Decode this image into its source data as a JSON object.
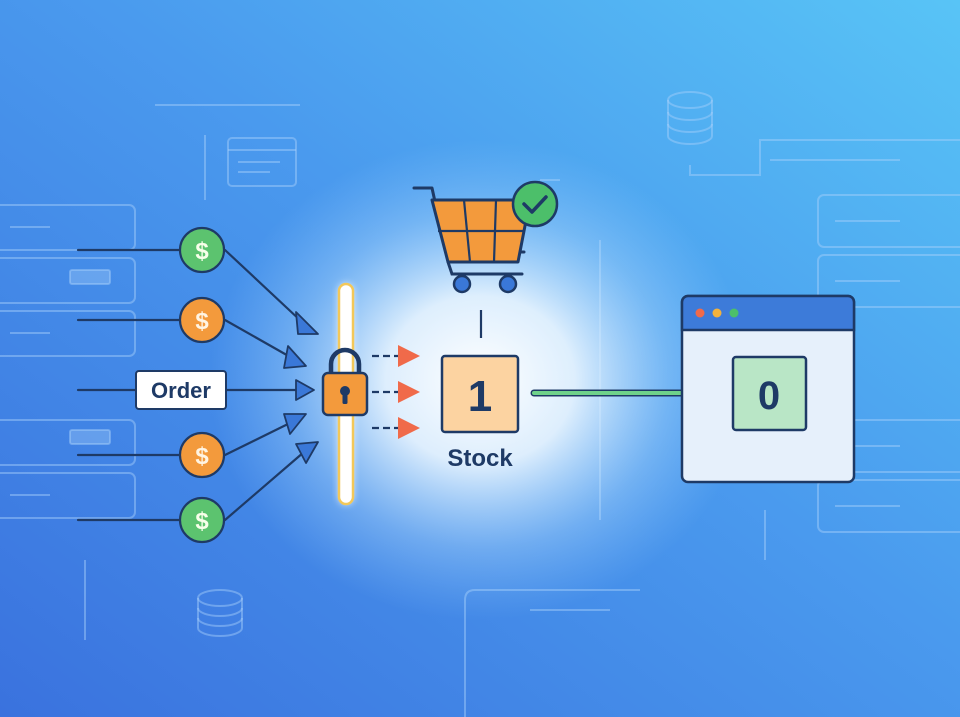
{
  "order_label": "Order",
  "stock_value": "1",
  "stock_label": "Stock",
  "display_value": "0",
  "currency_symbol": "$",
  "colors": {
    "bg_start": "#3f7fe6",
    "bg_end": "#55c2f5",
    "accent_orange": "#f39a3c",
    "accent_green": "#4cbf6a",
    "stroke_dark": "#1e3a66",
    "panel_header": "#3d7bd9",
    "stock_fill": "#fcd3a1",
    "display_fill": "#b9e6c6",
    "window_fill": "#e6f0fb",
    "arrow_red": "#f06a4a"
  },
  "icons": [
    "dollar-coin-icon",
    "lock-icon",
    "shopping-cart-icon",
    "checkmark-badge-icon",
    "database-icon",
    "server-rack-icon",
    "browser-window-icon"
  ]
}
